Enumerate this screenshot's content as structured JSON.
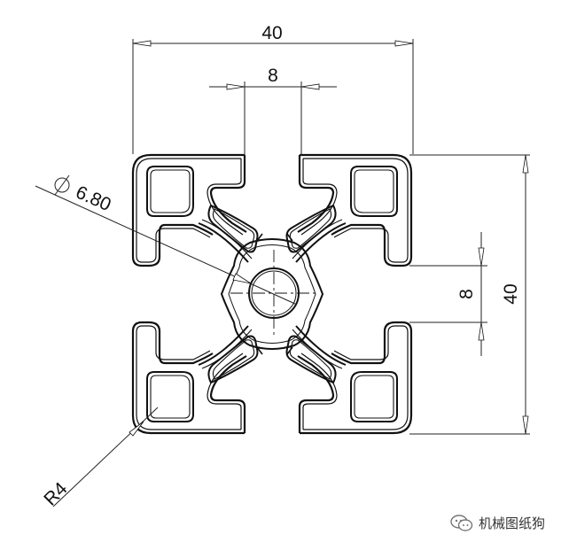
{
  "dimensions": {
    "overall_width": "40",
    "slot_width": "8",
    "center_hole": "6.80",
    "slot_height": "8",
    "overall_height": "40",
    "corner_radius": "R4"
  },
  "watermark": {
    "text": "机械图纸狗",
    "icon": "wechat-icon"
  }
}
